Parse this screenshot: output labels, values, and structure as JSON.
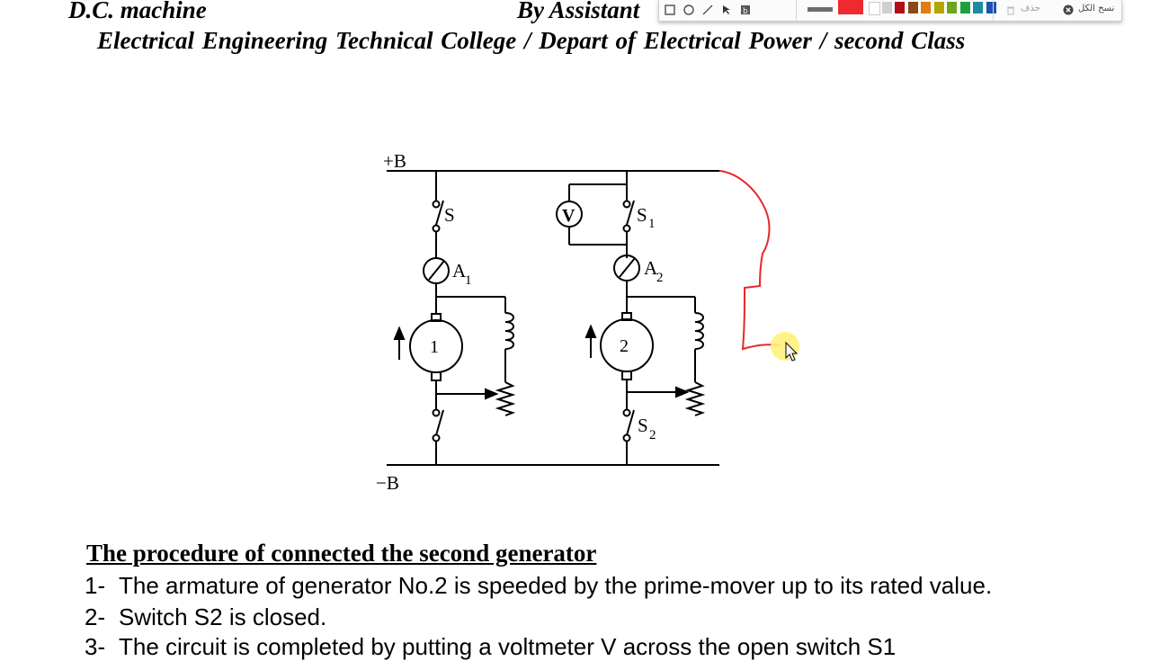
{
  "header": {
    "subject": "D.C. machine",
    "author": "By Assistant",
    "college": "Electrical Engineering Technical College / Depart of Electrical Power  / second  Class"
  },
  "circuit": {
    "labels": {
      "pos_bus": "+B",
      "neg_bus": "−B",
      "switch_s": "S",
      "switch_s1": "S",
      "switch_s1_sub": "1",
      "switch_s2": "S",
      "switch_s2_sub": "2",
      "ammeter_1": "A",
      "ammeter_1_sub": "1",
      "ammeter_2": "A",
      "ammeter_2_sub": "2",
      "voltmeter": "V",
      "generator_1": "1",
      "generator_2": "2"
    },
    "annotation_color": "#e8262b",
    "highlight_color": "#fff27a"
  },
  "procedure": {
    "title": "The procedure of connected the second generator",
    "steps": [
      {
        "num": "1-",
        "text": "The armature of generator No.2 is speeded by the prime-mover up to its rated value."
      },
      {
        "num": "2-",
        "text": "Switch S2 is closed."
      },
      {
        "num": "3-",
        "text": "The circuit is completed by putting a voltmeter V across the open switch S1"
      }
    ]
  },
  "toolbar": {
    "tools": [
      "rectangle-tool",
      "circle-tool",
      "line-tool",
      "arrow-tool",
      "text-tool"
    ],
    "swatches": [
      "#6d6d6d",
      "#ee2a2f",
      "#ffffff",
      "#cfcfcf",
      "#b00f1a",
      "#8a4a1c",
      "#e07d10",
      "#b7a300",
      "#69a61d",
      "#1ea042",
      "#1a8ba3",
      "#1c54b0"
    ],
    "delete_label": "حذف",
    "clear_all_label": "نسح الكل"
  }
}
